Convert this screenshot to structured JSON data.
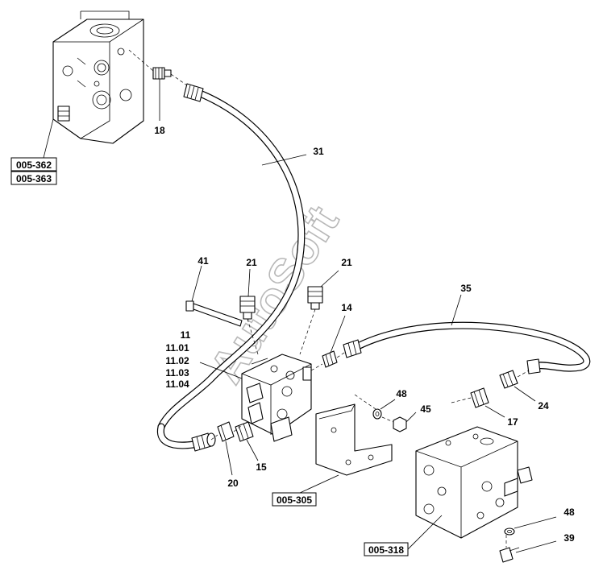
{
  "watermark": "AutoSoft",
  "callouts": {
    "c18": "18",
    "c31": "31",
    "c41": "41",
    "c21a": "21",
    "c21b": "21",
    "c11": "11",
    "c1101": "11.01",
    "c1102": "11.02",
    "c1103": "11.03",
    "c1104": "11.04",
    "c14": "14",
    "c35": "35",
    "c48a": "48",
    "c45": "45",
    "c24": "24",
    "c17": "17",
    "c15": "15",
    "c20": "20",
    "c48b": "48",
    "c39": "39"
  },
  "references": {
    "r362": "005-362",
    "r363": "005-363",
    "r305": "005-305",
    "r318": "005-318"
  }
}
